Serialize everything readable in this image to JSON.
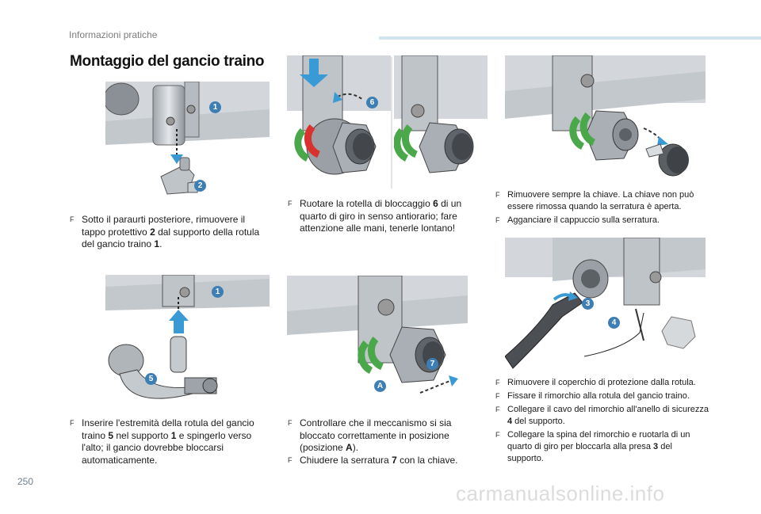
{
  "page": {
    "section": "Informazioni pratiche",
    "title": "Montaggio del gancio traino",
    "page_number": "250",
    "watermark": "carmanualsonline.info"
  },
  "colors": {
    "accent": "#3a9ad5",
    "callout_blue": "#3d7fb5",
    "arrow_green": "#4aa84a",
    "arrow_red": "#d8312e",
    "metal": "#bfc4c9"
  },
  "callouts": {
    "c1a": "1",
    "c2": "2",
    "c6": "6",
    "c1b": "1",
    "c5": "5",
    "c7": "7",
    "cA": "A",
    "c3": "3",
    "c4": "4"
  },
  "steps": {
    "s1": {
      "a": "Sotto il paraurti posteriore, rimuovere il tappo protettivo ",
      "n1": "2",
      "b": " dal supporto della rotula del gancio traino ",
      "n2": "1",
      "c": "."
    },
    "s2": {
      "a": "Ruotare la rotella di bloccaggio ",
      "n1": "6",
      "b": " di un quarto di giro in senso antiorario; fare attenzione alle mani, tenerle lontano!"
    },
    "s3a": "Rimuovere sempre la chiave. La chiave non può essere rimossa quando la serratura è aperta.",
    "s3b": "Agganciare il cappuccio sulla serratura.",
    "s4": {
      "a": "Inserire l'estremità della rotula del gancio traino ",
      "n1": "5",
      "b": " nel supporto ",
      "n2": "1",
      "c": " e spingerlo verso l'alto; il gancio dovrebbe bloccarsi automaticamente."
    },
    "s5a": {
      "a": "Controllare che il meccanismo si sia bloccato correttamente in posizione (posizione ",
      "n1": "A",
      "b": ")."
    },
    "s5b": {
      "a": "Chiudere la serratura ",
      "n1": "7",
      "b": " con la chiave."
    },
    "s6a": "Rimuovere il coperchio di protezione dalla rotula.",
    "s6b": "Fissare il rimorchio alla rotula del gancio traino.",
    "s6c": {
      "a": "Collegare il cavo del rimorchio all'anello di sicurezza ",
      "n1": "4",
      "b": " del supporto."
    },
    "s6d": {
      "a": "Collegare la spina del rimorchio e ruotarla di un quarto di giro per bloccarla alla presa ",
      "n1": "3",
      "b": " del supporto."
    }
  },
  "bullet": "F"
}
